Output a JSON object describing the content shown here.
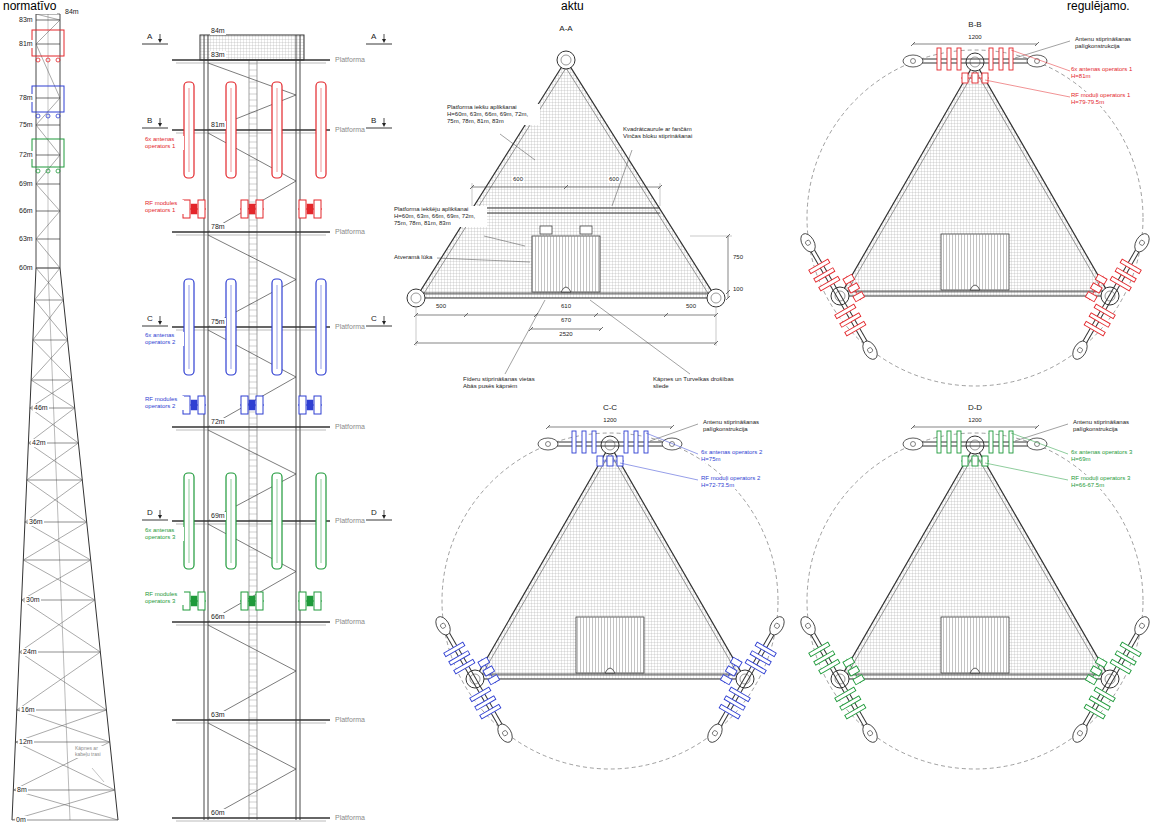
{
  "diagram": {
    "labels": [
      "normatīvo",
      "aktu",
      "regulējamo.",
      "84m",
      "83m",
      "81m",
      "78m",
      "75m",
      "72m",
      "69m",
      "66m",
      "63m",
      "60m",
      "46m",
      "42m",
      "36m",
      "30m",
      "24m",
      "16m",
      "12m",
      "8m",
      "0m",
      "Kāpnes ar kabeļu trasi",
      "84m",
      "83m",
      "Platforma",
      "81m",
      "Platforma",
      "78m",
      "Platforma",
      "75m",
      "Platforma",
      "72m",
      "Platforma",
      "69m",
      "Platforma",
      "66m",
      "Platforma",
      "63m",
      "Platforma",
      "60m",
      "Platforma",
      "6x antenas operators 1",
      "RF modules operators 1",
      "6x antenas operators 2",
      "RF modules operators 2",
      "6x antenas operators 3",
      "RF modules operators 3",
      "A",
      "A",
      "B",
      "B",
      "C",
      "C",
      "D",
      "D",
      "A-A",
      "Platforma iekšu aplikšanai H=60m, 63m, 66m, 69m, 72m, 75m, 78m, 81m, 83m",
      "Kvadrātcaurule ar fančām Vinčas bloku stiprināšanai",
      "600",
      "600",
      "Platforma iekšēju aplikšanai H=60m, 63m, 66m, 69m, 72m, 75m, 78m, 81m, 83m",
      "Atveramā lūka",
      "750",
      "100",
      "500",
      "610",
      "670",
      "500",
      "2520",
      "Fīderu stiprināšanas vietas Abās pusēs kāpnēm",
      "Kāpnes un Turvelkas drošības sliede",
      "B-B",
      "1200",
      "Antenu stiprināšanas palīgkonstrukcija",
      "6x antenas operators 1 H=81m",
      "RF moduļi operators 1 H=79-79.5m",
      "C-C",
      "1200",
      "Antenu stiprināšanas palīgkonstrukcija",
      "6x antenas operators 2 H=75m",
      "RF moduļi operators 2 H=72-73.5m",
      "D-D",
      "1200",
      "Antenu stiprināšanas palīgkonstrukcija",
      "6x antenas operators 3 H=69m",
      "RF moduļi operators 3 H=66-67.5m"
    ]
  }
}
